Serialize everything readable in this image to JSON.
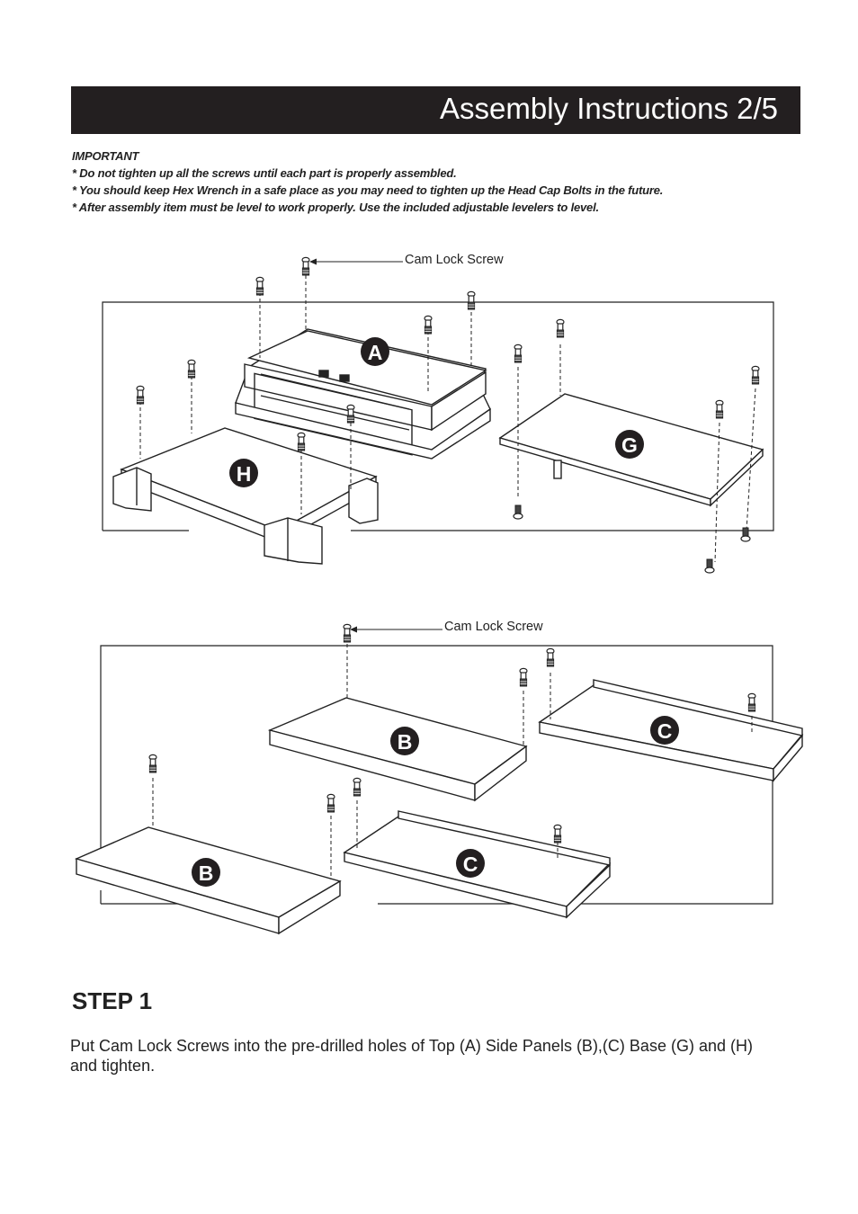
{
  "header": {
    "title": "Assembly Instructions 2/5"
  },
  "important": {
    "heading": "IMPORTANT",
    "lines": [
      "* Do not tighten up all the screws until each part is properly assembled.",
      "* You should keep Hex Wrench in a safe place as you may need to tighten up the Head Cap Bolts in the future.",
      "* After assembly item must be level to work properly. Use the included adjustable levelers to level."
    ]
  },
  "diagram1": {
    "callout": "Cam Lock Screw",
    "labels": {
      "top": "A",
      "base_g": "G",
      "base_h": "H"
    }
  },
  "diagram2": {
    "callout": "Cam Lock Screw",
    "labels": {
      "side_b1": "B",
      "side_c1": "C",
      "side_b2": "B",
      "side_c2": "C"
    }
  },
  "step": {
    "title": "STEP 1",
    "text": "Put Cam Lock Screws into the pre-drilled holes of Top (A) Side Panels (B),(C) Base (G) and (H) and tighten."
  }
}
